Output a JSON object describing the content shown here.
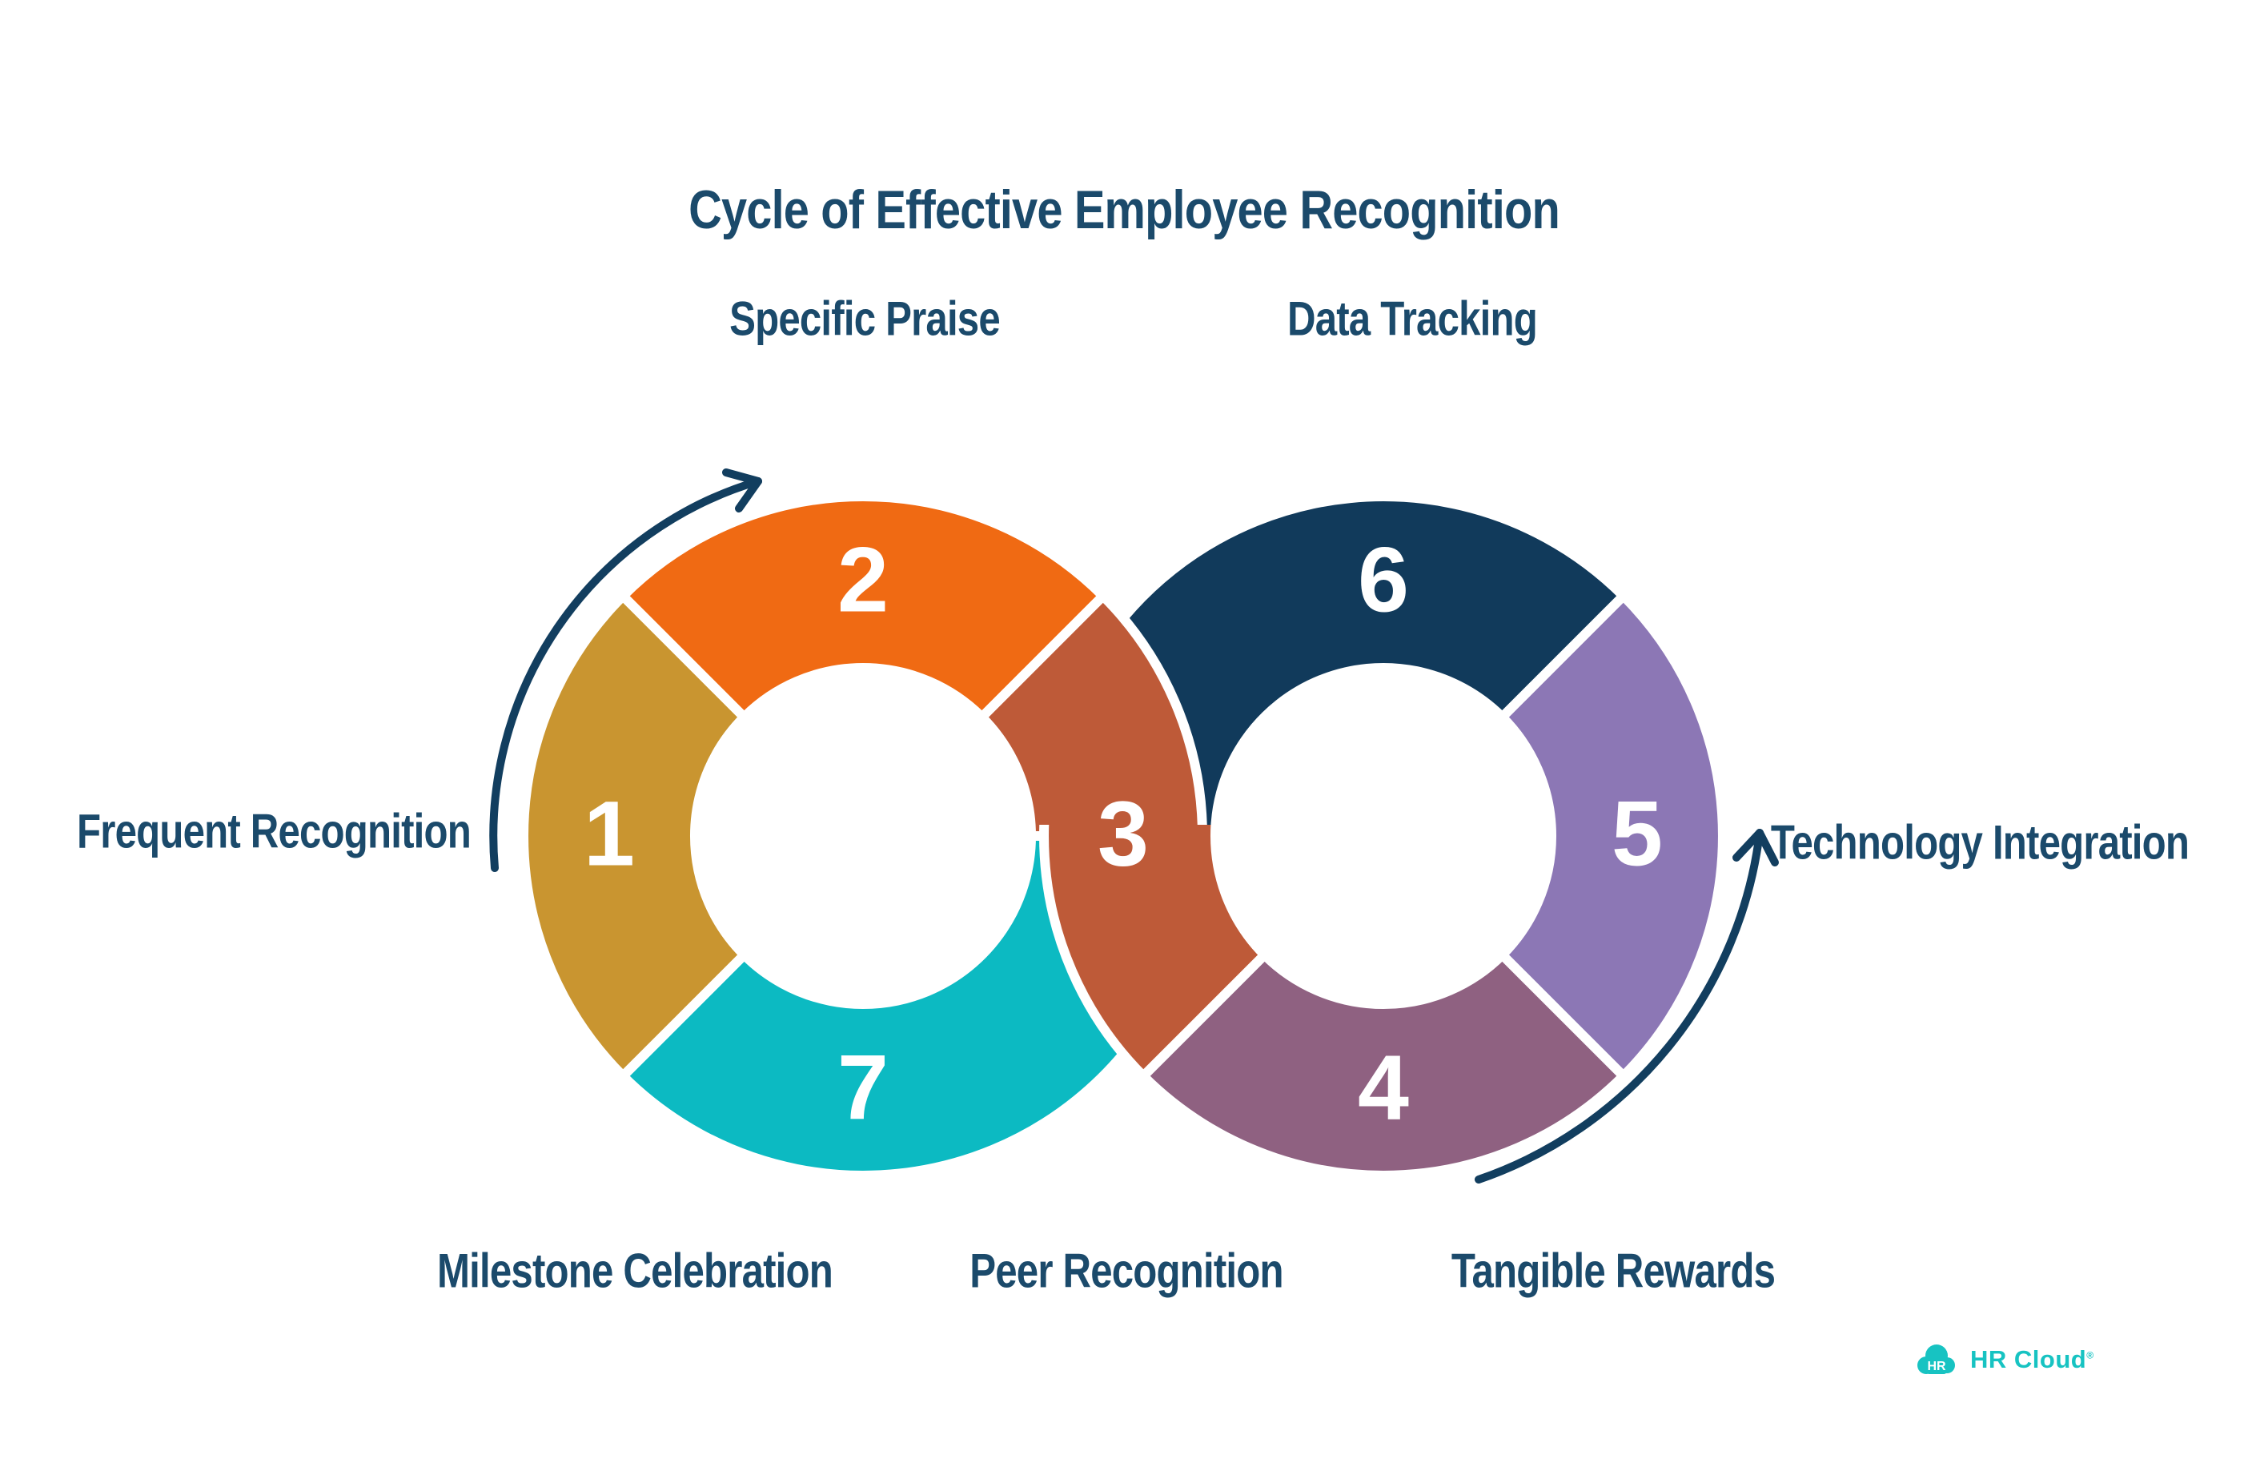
{
  "title": "Cycle of Effective Employee Recognition",
  "diagram": {
    "type": "cycle-infinity-loop",
    "steps": [
      {
        "number": "1",
        "label": "Frequent Recognition",
        "color": "#C99530"
      },
      {
        "number": "2",
        "label": "Specific Praise",
        "color": "#F06A13"
      },
      {
        "number": "3",
        "label": "Peer Recognition",
        "color": "#BE5A38"
      },
      {
        "number": "4",
        "label": "Tangible Rewards",
        "color": "#8F6181"
      },
      {
        "number": "5",
        "label": "Technology Integration",
        "color": "#8C77B5"
      },
      {
        "number": "6",
        "label": "Data Tracking",
        "color": "#113A5B"
      },
      {
        "number": "7",
        "label": "Milestone Celebration",
        "color": "#0CBAC2"
      }
    ]
  },
  "colors": {
    "background": "#FFFFFF",
    "divider": "#FFFFFF",
    "label_text": "#1B4A6B",
    "arrow": "#123E5F",
    "number_text": "#FFFFFF",
    "logo_teal": "#17C3C2"
  },
  "branding": {
    "logo_badge": "HR",
    "logo_text": "HR Cloud",
    "reg_mark": "®"
  }
}
